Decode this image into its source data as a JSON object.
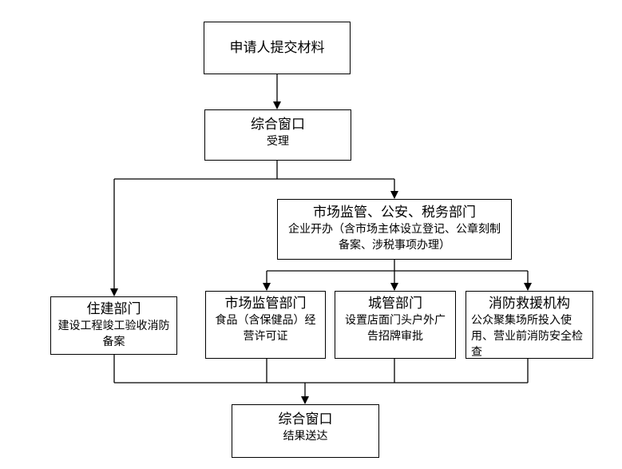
{
  "nodes": {
    "start": {
      "title": "申请人提交材料"
    },
    "window_accept": {
      "title": "综合窗口",
      "body": "受理"
    },
    "market_tax": {
      "title": "市场监管、公安、税务部门",
      "body": "企业开办（含市场主体设立登记、公章刻制备案、涉税事项办理）"
    },
    "housing": {
      "title": "住建部门",
      "body": "建设工程竣工验收消防备案"
    },
    "market_food": {
      "title": "市场监管部门",
      "body": "食品（含保健品）经营许可证"
    },
    "urban": {
      "title": "城管部门",
      "body": "设置店面门头户外广告招牌审批"
    },
    "fire": {
      "title": "消防救援机构",
      "body": "公众聚集场所投入使用、营业前消防安全检查"
    },
    "window_deliver": {
      "title": "综合窗口",
      "body": "结果送达"
    }
  },
  "colors": {
    "line": "#000000",
    "box_bg": "#ffffff"
  }
}
